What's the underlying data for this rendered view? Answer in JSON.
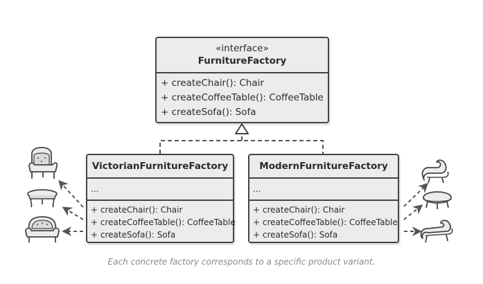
{
  "interface": {
    "stereotype": "«interface»",
    "name": "FurnitureFactory",
    "methods": [
      "+ createChair(): Chair",
      "+ createCoffeeTable(): CoffeeTable",
      "+ createSofa(): Sofa"
    ]
  },
  "victorian": {
    "name": "VictorianFurnitureFactory",
    "fields": "...",
    "methods": [
      "+ createChair(): Chair",
      "+ createCoffeeTable(): CoffeeTable",
      "+ createSofa(): Sofa"
    ]
  },
  "modern": {
    "name": "ModernFurnitureFactory",
    "fields": "...",
    "methods": [
      "+ createChair(): Chair",
      "+ createCoffeeTable(): CoffeeTable",
      "+ createSofa(): Sofa"
    ]
  },
  "products": {
    "victorian": [
      "victorian-chair-icon",
      "victorian-coffee-table-icon",
      "victorian-sofa-icon"
    ],
    "modern": [
      "modern-chair-icon",
      "modern-coffee-table-icon",
      "modern-sofa-icon"
    ]
  },
  "caption": "Each concrete factory corresponds to a specific product variant.",
  "colors": {
    "box_fill": "#ececec",
    "stroke": "#444444",
    "caption": "#8a8a8a"
  }
}
